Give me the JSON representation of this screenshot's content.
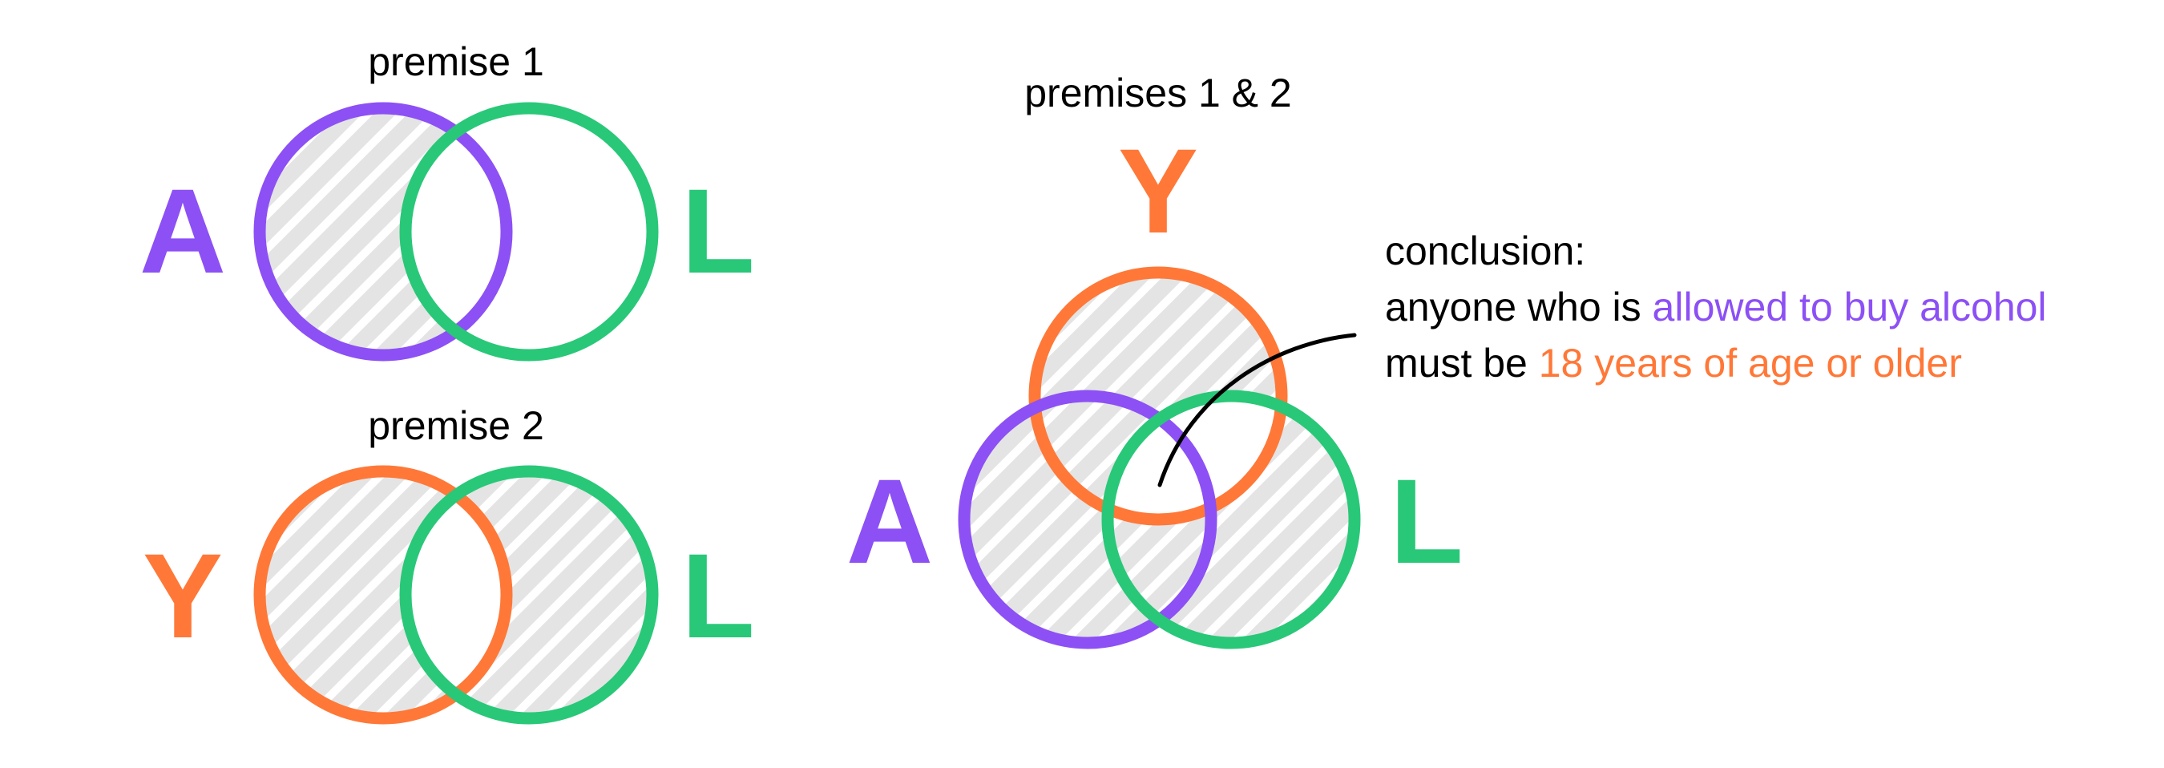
{
  "colors": {
    "A": "#8c50f5",
    "L": "#28c878",
    "Y": "#ff7838",
    "hatch_background": "#e4e4e4",
    "hatch_stripe": "#ffffff",
    "text": "#000000"
  },
  "premise1": {
    "caption": "premise 1",
    "left_letter": "A",
    "right_letter": "L",
    "shaded_region": "A only (A and not L)"
  },
  "premise2": {
    "caption": "premise 2",
    "left_letter": "Y",
    "right_letter": "L",
    "shaded_region": "symmetric difference of Y and L (Y xor L)"
  },
  "combined": {
    "caption": "premises 1 & 2",
    "top_letter": "Y",
    "left_letter": "A",
    "right_letter": "L"
  },
  "conclusion": {
    "heading": "conclusion:",
    "line1_prefix": "anyone who is ",
    "line1_highlight": "allowed to buy alcohol",
    "line2_prefix": "must be ",
    "line2_highlight": "18 years of age or older"
  }
}
